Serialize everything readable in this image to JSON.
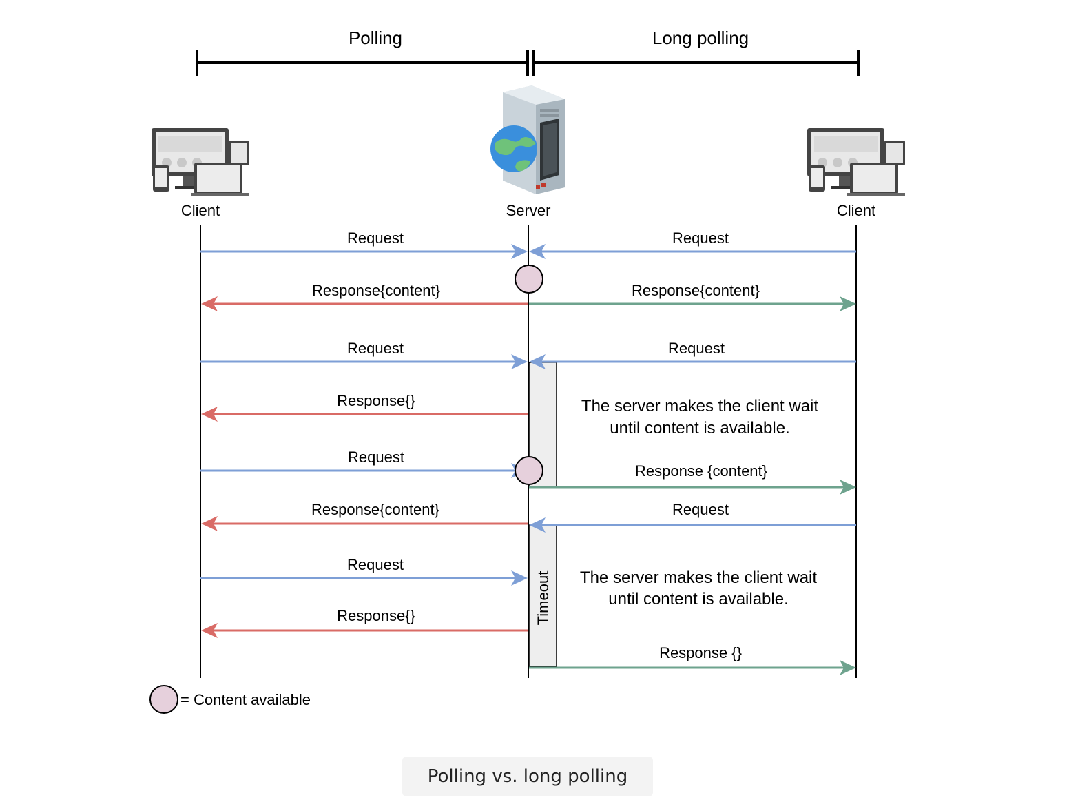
{
  "sections": {
    "left": "Polling",
    "right": "Long polling"
  },
  "actors": {
    "left_client": "Client",
    "server": "Server",
    "right_client": "Client"
  },
  "colors": {
    "request": "#7e9fd6",
    "polling_response": "#d96b66",
    "long_poll_response": "#6ea38e",
    "content_marker": "#e6d0dc",
    "wait_box": "#eeeeee"
  },
  "icons": {
    "client": "devices-icon",
    "server": "server-globe-icon"
  },
  "polling_messages": [
    {
      "label": "Request",
      "dir": "to-server",
      "kind": "request"
    },
    {
      "label": "Response{content}",
      "dir": "to-client",
      "kind": "response"
    },
    {
      "label": "Request",
      "dir": "to-server",
      "kind": "request"
    },
    {
      "label": "Response{}",
      "dir": "to-client",
      "kind": "response"
    },
    {
      "label": "Request",
      "dir": "to-server",
      "kind": "request"
    },
    {
      "label": "Response{content}",
      "dir": "to-client",
      "kind": "response"
    },
    {
      "label": "Request",
      "dir": "to-server",
      "kind": "request"
    },
    {
      "label": "Response{}",
      "dir": "to-client",
      "kind": "response"
    }
  ],
  "long_polling_messages": [
    {
      "label": "Request",
      "dir": "to-server",
      "kind": "request"
    },
    {
      "label": "Response{content}",
      "dir": "to-client",
      "kind": "response"
    },
    {
      "label": "Request",
      "dir": "to-server",
      "kind": "request"
    },
    {
      "label": "Response {content}",
      "dir": "to-client",
      "kind": "response"
    },
    {
      "label": "Request",
      "dir": "to-server",
      "kind": "request"
    },
    {
      "label": "Response {}",
      "dir": "to-client",
      "kind": "response"
    }
  ],
  "notes": {
    "wait_1": [
      "The server makes the client wait",
      "until content is available."
    ],
    "wait_2": [
      "The server makes the client wait",
      "until content is available."
    ],
    "timeout": "Timeout"
  },
  "legend": {
    "label": "= Content available"
  },
  "caption": "Polling vs. long polling"
}
